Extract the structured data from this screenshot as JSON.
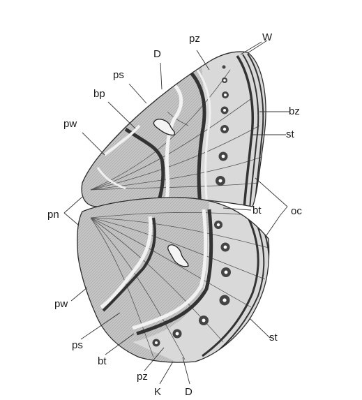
{
  "labels": {
    "W": "W",
    "pz_top": "pz",
    "D_top": "D",
    "ps_top": "ps",
    "bp": "bp",
    "pw_top": "pw",
    "bz": "bz",
    "st_top": "st",
    "pn": "pn",
    "bt_right": "bt",
    "oc": "oc",
    "pw_bottom": "pw",
    "ps_bottom": "ps",
    "bt_bottom": "bt",
    "pz_bottom": "pz",
    "K": "K",
    "D_bottom": "D",
    "st_bottom": "st"
  },
  "colors": {
    "wing_fill": "#c4c4c4",
    "dark_band": "#333333",
    "light_band": "#f2f2f2",
    "outline": "#2b2b2b"
  }
}
